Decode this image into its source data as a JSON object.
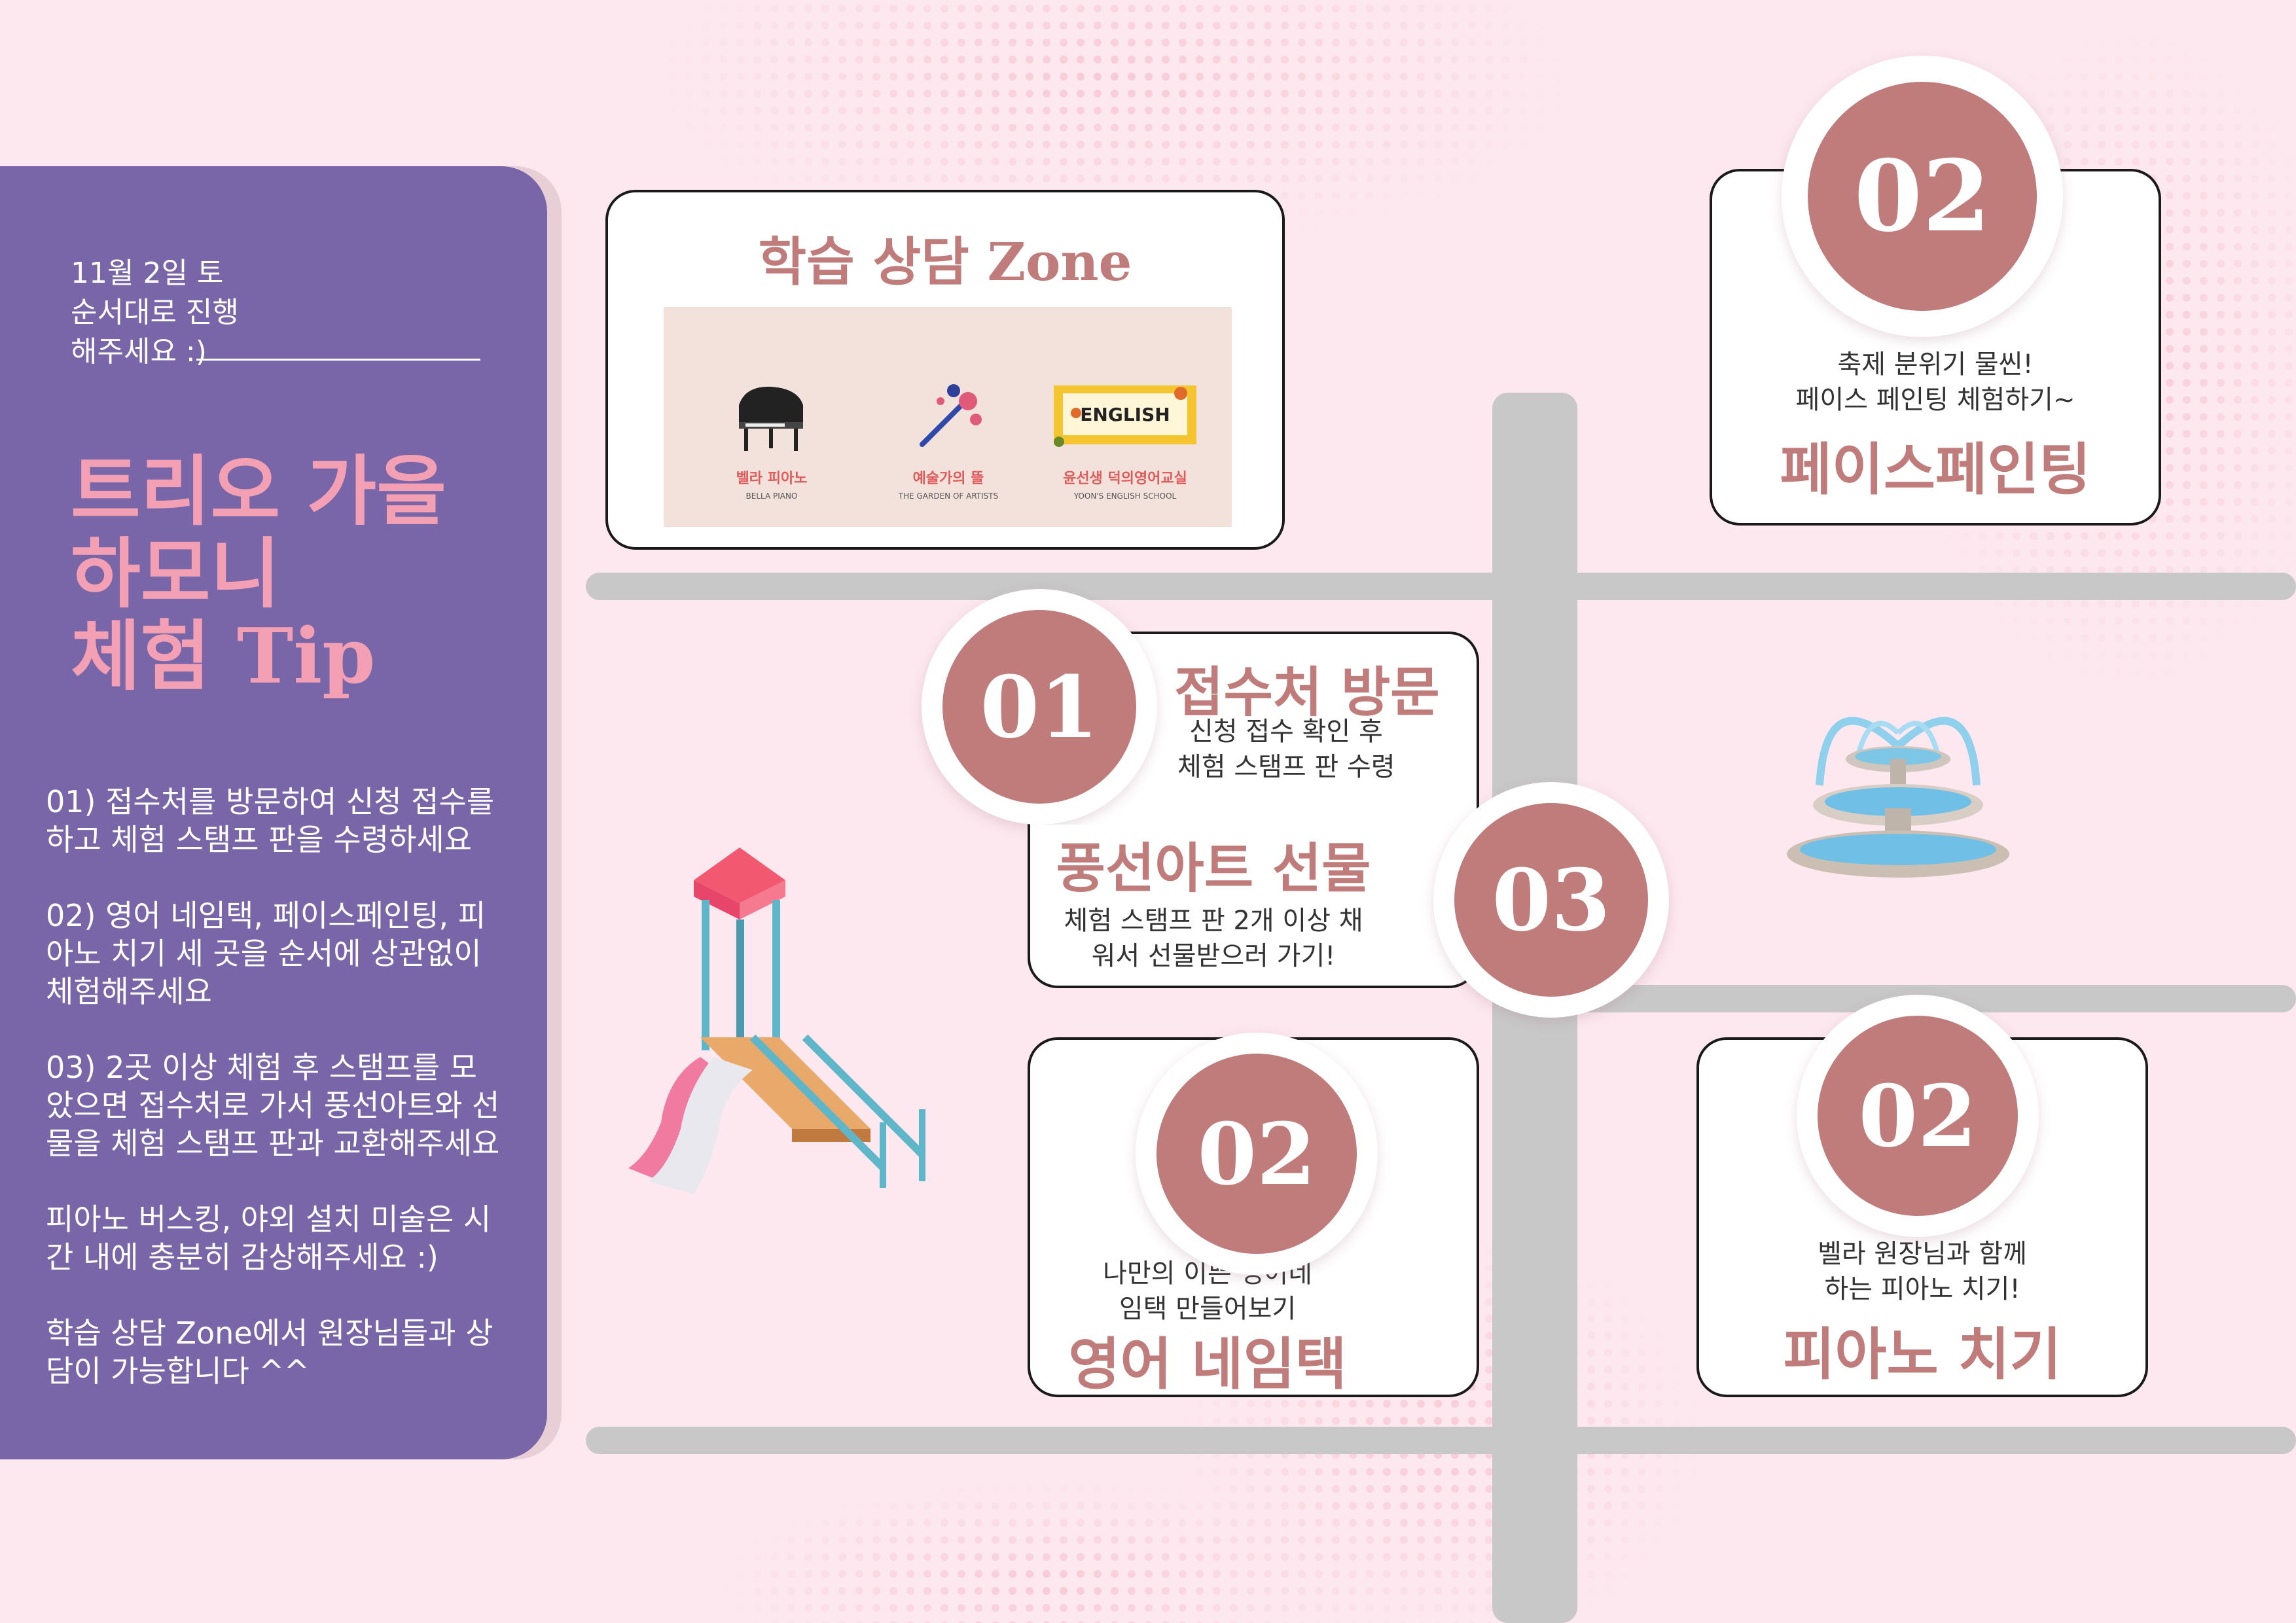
{
  "colors": {
    "background": "#fde8ef",
    "sidebar": "#7966a8",
    "accent": "#c07b7b",
    "title_pink": "#f3a0b4",
    "road": "#c8c8c8"
  },
  "sidebar": {
    "date_lines": [
      "11월 2일 토",
      "순서대로 진행",
      "해주세요 :)"
    ],
    "title_lines": [
      "트리오 가을",
      "하모니",
      "체험 Tip"
    ],
    "tips": [
      "01) 접수처를 방문하여 신청 접수를 하고 체험 스탬프 판을 수령하세요",
      "02) 영어 네임택, 페이스페인팅, 피아노 치기 세 곳을 순서에 상관없이 체험해주세요",
      "03) 2곳 이상 체험 후 스탬프를 모았으면 접수처로 가서 풍선아트와 선물을 체험 스탬프 판과 교환해주세요",
      "피아노 버스킹, 야외 설치 미술은 시간 내에 충분히 감상해주세요 :)",
      "학습 상담 Zone에서 원장님들과 상담이 가능합니다 ^^"
    ]
  },
  "consult_zone": {
    "title": "학습 상담 Zone",
    "banner": [
      {
        "label": "벨라 피아노",
        "sub": "BELLA PIANO",
        "icon": "grand-piano-icon"
      },
      {
        "label": "예술가의 뜰",
        "sub": "THE GARDEN OF ARTISTS",
        "icon": "paint-brush-icon"
      },
      {
        "label": "윤선생 덕의영어교실",
        "sub": "YOON'S ENGLISH SCHOOL",
        "icon": "english-sign-icon",
        "sign_text": "ENGLISH"
      }
    ]
  },
  "stations": {
    "reception": {
      "number": "01",
      "title": "접수처 방문",
      "lines": [
        "신청 접수 확인 후",
        "체험 스탬프 판 수령"
      ]
    },
    "balloon": {
      "number": "03",
      "title": "풍선아트 선물",
      "lines": [
        "체험 스탬프 판 2개 이상 채",
        "워서 선물받으러 가기!"
      ]
    },
    "face": {
      "number": "02",
      "title": "페이스페인팅",
      "lines": [
        "축제 분위기 물씬!",
        "페이스 페인팅 체험하기~"
      ]
    },
    "nametag": {
      "number": "02",
      "title": "영어 네임택",
      "lines": [
        "나만의 이쁜 영어네",
        "임택 만들어보기"
      ]
    },
    "piano": {
      "number": "02",
      "title": "피아노 치기",
      "lines": [
        "벨라 원장님과 함께",
        "하는 피아노 치기!"
      ]
    }
  }
}
